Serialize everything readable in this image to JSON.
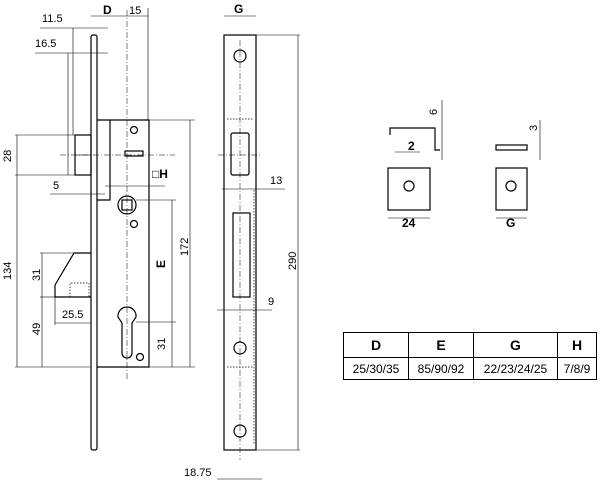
{
  "dimensions": {
    "D": "D",
    "d15": "15",
    "d11_5": "11.5",
    "d16_5": "16.5",
    "d28": "28",
    "d5": "5",
    "H": "□H",
    "d172": "172",
    "E": "E",
    "d134": "134",
    "d31a": "31",
    "d25_5": "25.5",
    "d49": "49",
    "d31b": "31",
    "G": "G",
    "d13": "13",
    "d290": "290",
    "d9": "9",
    "d18_75": "18.75",
    "d6": "6",
    "d2": "2",
    "d24": "24",
    "d3": "3",
    "G2": "G"
  },
  "table": {
    "headers": [
      "D",
      "E",
      "G",
      "H"
    ],
    "values": [
      "25/30/35",
      "85/90/92",
      "22/23/24/25",
      "7/8/9"
    ]
  }
}
